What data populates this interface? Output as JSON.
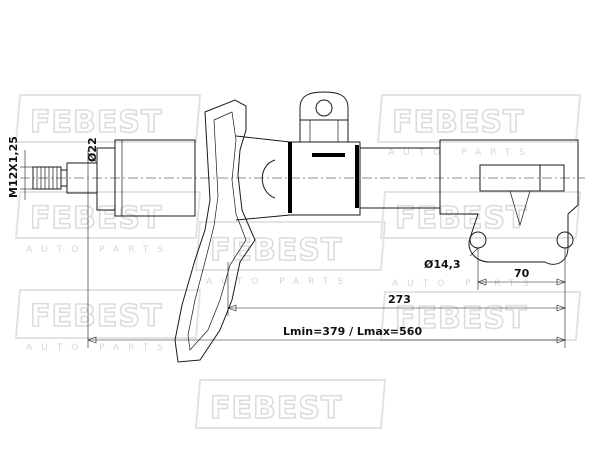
{
  "watermark": {
    "logo_text": "FEBEST",
    "sub_text": "AUTO PARTS"
  },
  "dimensions": {
    "thread": "M12X1,25",
    "rod_diameter": "Ø22",
    "hole_diameter": "Ø14,3",
    "bracket_offset": "70",
    "body_length": "273",
    "stroke": "Lmin=379 / Lmax=560"
  }
}
